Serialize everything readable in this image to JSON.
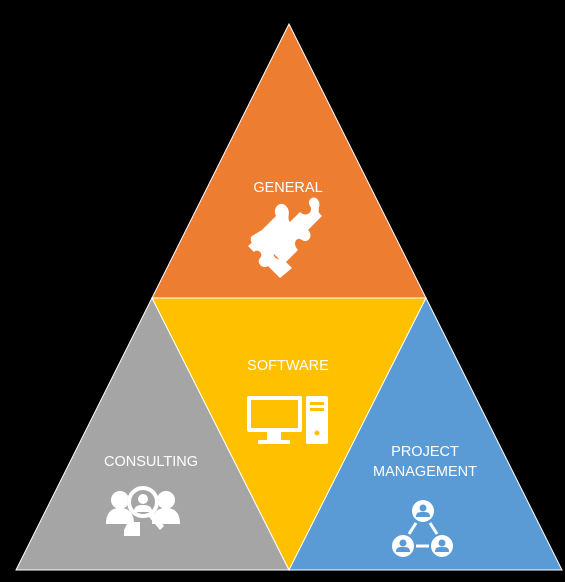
{
  "diagram": {
    "colors": {
      "background": "#000000",
      "general": "#ED7D31",
      "software": "#FFC000",
      "consulting": "#A5A5A5",
      "project": "#5B9BD5",
      "border": "#ffffff"
    },
    "segments": {
      "general": {
        "label": "GENERAL",
        "icon": "puzzle-piece-icon"
      },
      "software": {
        "label": "SOFTWARE",
        "icon": "desktop-computer-icon"
      },
      "consulting": {
        "label": "CONSULTING",
        "icon": "people-search-icon"
      },
      "project": {
        "label_line1": "PROJECT",
        "label_line2": "MANAGEMENT",
        "icon": "team-network-icon"
      }
    }
  }
}
